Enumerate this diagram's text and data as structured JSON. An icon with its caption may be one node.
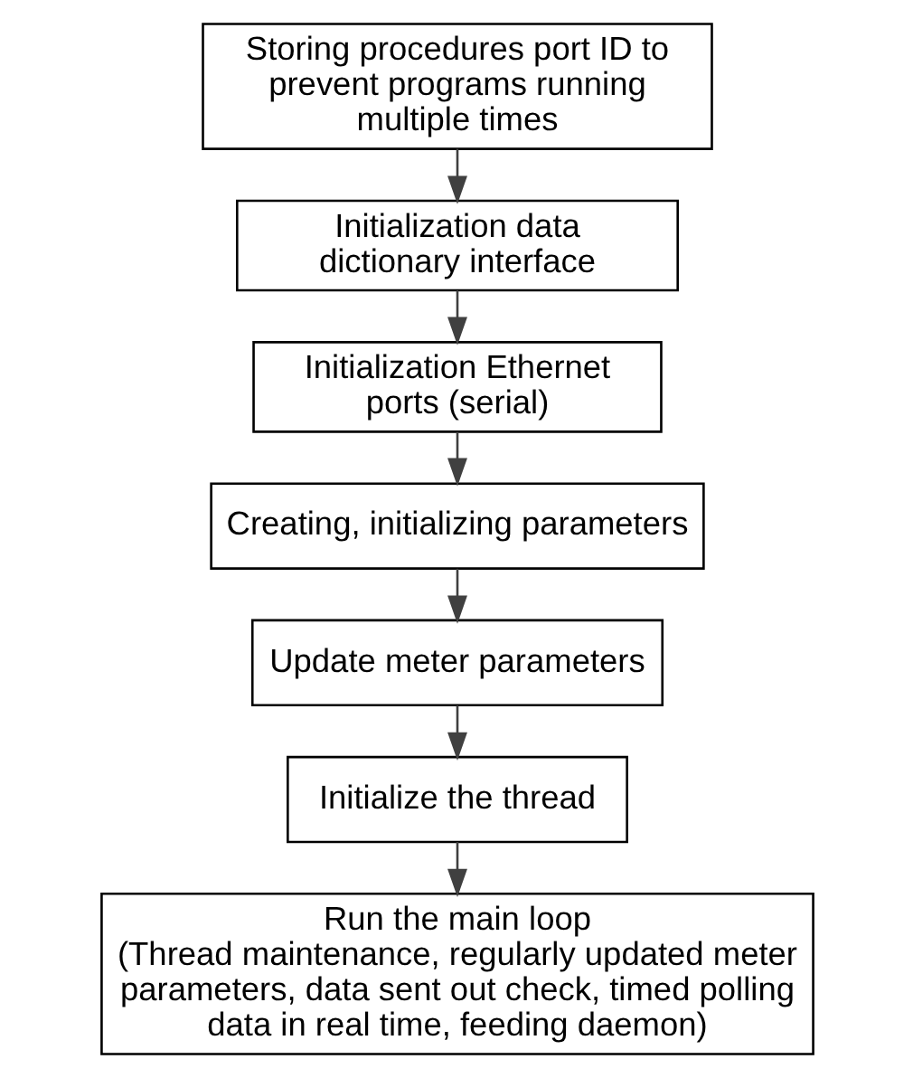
{
  "diagram": {
    "nodes": [
      {
        "text": [
          "Storing procedures port ID to prevent programs running multiple times"
        ]
      },
      {
        "text": [
          "Initialization data dictionary interface"
        ]
      },
      {
        "text": [
          "Initialization Ethernet ports (serial)"
        ]
      },
      {
        "text": [
          "Creating, initializing parameters"
        ]
      },
      {
        "text": [
          "Update meter parameters"
        ]
      },
      {
        "text": [
          "Initialize the thread"
        ]
      },
      {
        "text": [
          "Run the main loop",
          "(Thread maintenance, regularly updated meter parameters, data sent out check, timed polling data in real time, feeding daemon)"
        ]
      }
    ],
    "edges": [
      {
        "from": 0,
        "to": 1,
        "arrow": "to"
      },
      {
        "from": 1,
        "to": 2,
        "arrow": "to"
      },
      {
        "from": 2,
        "to": 3,
        "arrow": "to"
      },
      {
        "from": 3,
        "to": 4,
        "arrow": "to"
      },
      {
        "from": 4,
        "to": 5,
        "arrow": "to"
      },
      {
        "from": 5,
        "to": 6,
        "arrow": "to"
      }
    ]
  }
}
